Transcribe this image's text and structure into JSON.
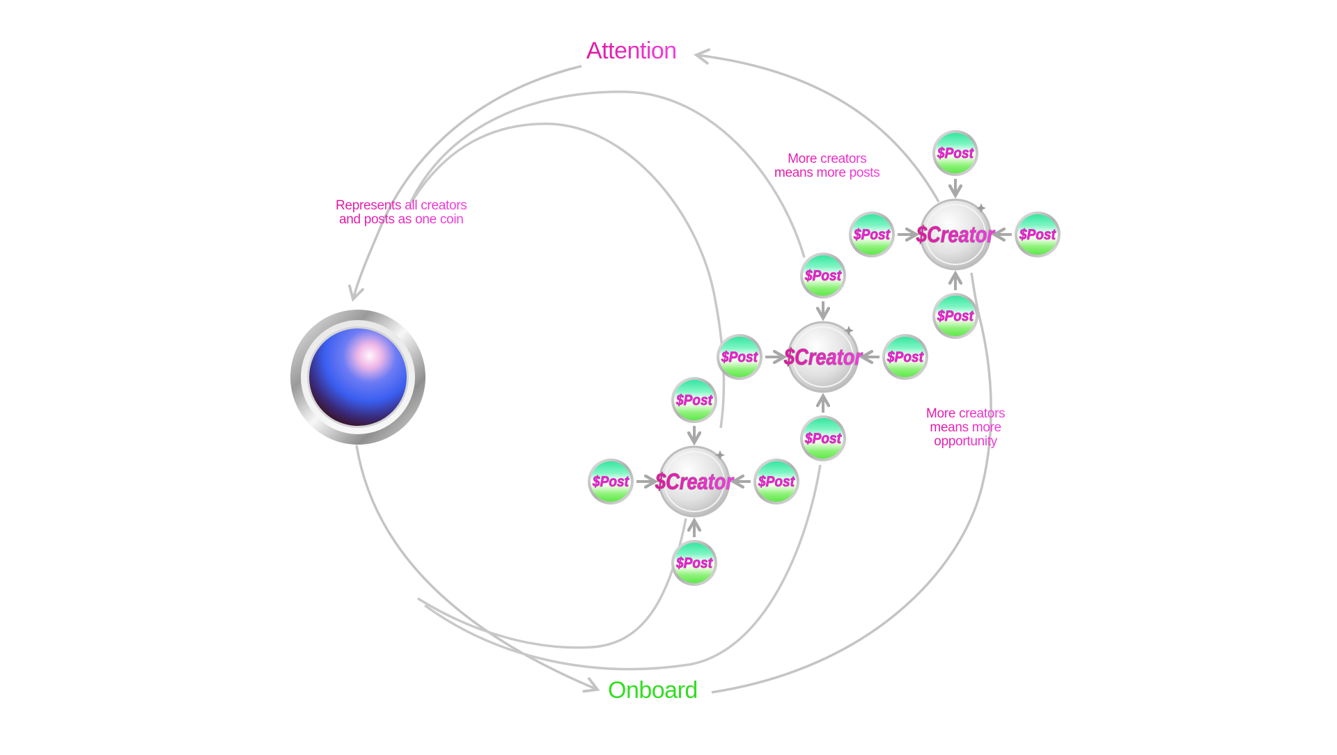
{
  "diagram": {
    "type": "flywheel",
    "labels": {
      "attention": "Attention",
      "onboard": "Onboard",
      "represents": [
        "Represents all creators",
        "and posts as one coin"
      ],
      "more_posts": [
        "More creators",
        "means more posts"
      ],
      "more_opportunity": [
        "More creators",
        "means more",
        "opportunity"
      ]
    },
    "main_coin": {
      "name": "all-creators-coin",
      "description": "orb"
    },
    "creator_coin_label": "$Creator",
    "post_coin_label": "$Post",
    "clusters": [
      {
        "id": "creator-top-right",
        "creator": "$Creator",
        "posts": [
          "$Post",
          "$Post",
          "$Post",
          "$Post"
        ]
      },
      {
        "id": "creator-middle",
        "creator": "$Creator",
        "posts": [
          "$Post",
          "$Post",
          "$Post",
          "$Post"
        ]
      },
      {
        "id": "creator-bottom-left",
        "creator": "$Creator",
        "posts": [
          "$Post",
          "$Post",
          "$Post",
          "$Post"
        ]
      }
    ],
    "colors": {
      "label_pink": "#e81cc0",
      "label_green": "#33dd22",
      "arc_gray": "#c4c4c4",
      "post_green_top": "#3ff0a8",
      "post_green_bottom": "#7cf25a",
      "orb_blue": "#3a62f0",
      "orb_dark": "#3a1020"
    }
  }
}
